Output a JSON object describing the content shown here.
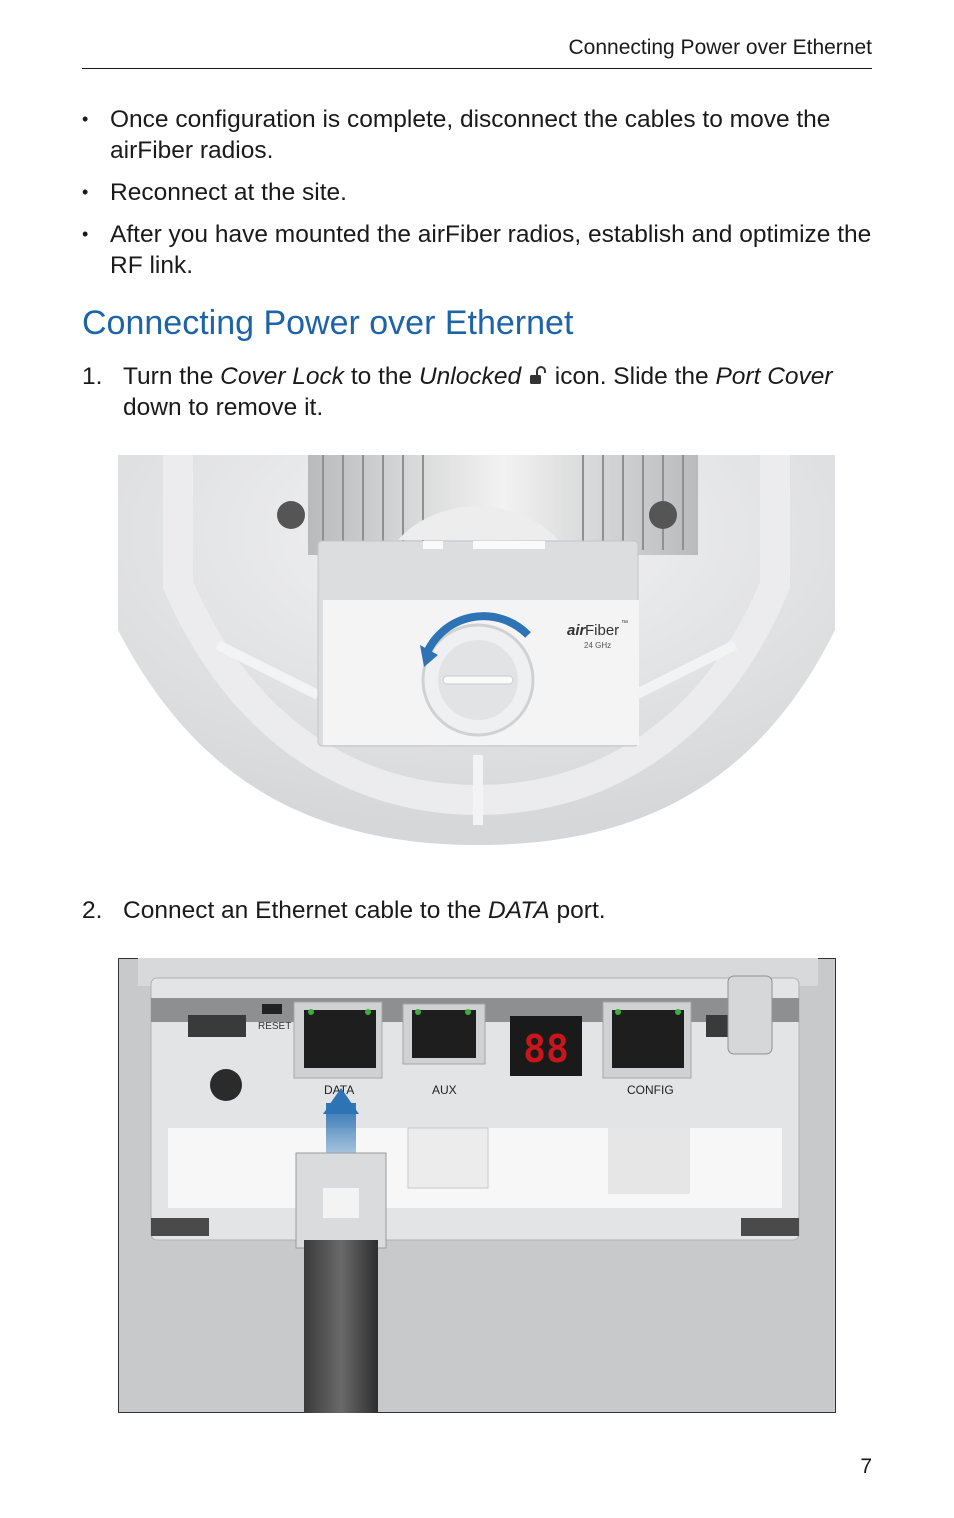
{
  "header": {
    "running_title": "Connecting Power over Ethernet"
  },
  "bullets": [
    "Once configuration is complete, disconnect the cables to move the airFiber radios.",
    "Reconnect at the site.",
    "After you have mounted the airFiber radios, establish and optimize the RF link."
  ],
  "section": {
    "title": "Connecting Power over Ethernet"
  },
  "steps": [
    {
      "number": "1.",
      "parts": [
        "Turn the ",
        "Cover Lock",
        " to the ",
        "Unlocked",
        " icon. Slide the ",
        "Port Cover",
        " down to remove it."
      ]
    },
    {
      "number": "2.",
      "parts": [
        "Connect an Ethernet cable to the ",
        "DATA",
        " port."
      ]
    }
  ],
  "figure1": {
    "brand_air": "air",
    "brand_fiber": "Fiber",
    "brand_tm": "™",
    "frequency": "24 GHz"
  },
  "figure2": {
    "labels": {
      "reset": "RESET",
      "data": "DATA",
      "aux": "AUX",
      "config": "CONFIG"
    },
    "display_digits": "88"
  },
  "colors": {
    "heading_blue": "#1c63a8",
    "led_green": "#3fae3a",
    "display_red": "#c8161d",
    "arrow_blue": "#2e74b5"
  },
  "page_number": "7"
}
